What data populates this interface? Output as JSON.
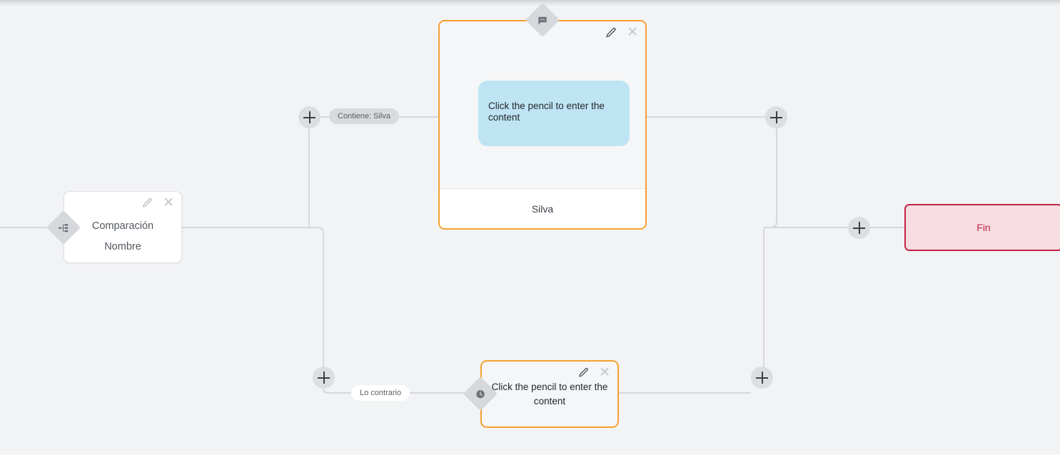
{
  "canvas": {
    "background_color": "#f2f3f5",
    "edge_color": "#d5d7da"
  },
  "nodes": {
    "comparison": {
      "name": "comparacion-node",
      "title": "Comparación",
      "subtitle": "Nombre",
      "badge_icon": "branch-icon",
      "edit_icon": "pencil-icon",
      "close_icon": "close-icon",
      "border_color": "#dfe1e4",
      "background_color": "#ffffff"
    },
    "message_main": {
      "name": "message-node",
      "bubble_text": "Click the pencil to enter the content",
      "footer_text": "Silva",
      "badge_icon": "chat-bubble-icon",
      "edit_icon": "pencil-icon",
      "close_icon": "close-icon",
      "border_color": "#f5a030",
      "bubble_color": "#bfe4f4"
    },
    "message_secondary": {
      "name": "message-node-secondary",
      "text": "Click the pencil to enter the content",
      "badge_icon": "clock-icon",
      "edit_icon": "pencil-icon",
      "close_icon": "close-icon",
      "border_color": "#f5a030"
    },
    "end": {
      "name": "end-node",
      "label": "Fin",
      "border_color": "#bf2443",
      "background_color": "#f7dde2",
      "text_color": "#bf2443"
    }
  },
  "edge_labels": [
    {
      "text": "Contiene: Silva",
      "style": "grey"
    },
    {
      "text": "Lo contrario",
      "style": "white"
    }
  ],
  "add_buttons": [
    {
      "name": "add-step-button-branch-true",
      "label": "+"
    },
    {
      "name": "add-step-button-branch-false",
      "label": "+"
    },
    {
      "name": "add-step-button-after-message",
      "label": "+"
    },
    {
      "name": "add-step-button-after-message-secondary",
      "label": "+"
    },
    {
      "name": "add-step-button-before-end",
      "label": "+"
    }
  ]
}
